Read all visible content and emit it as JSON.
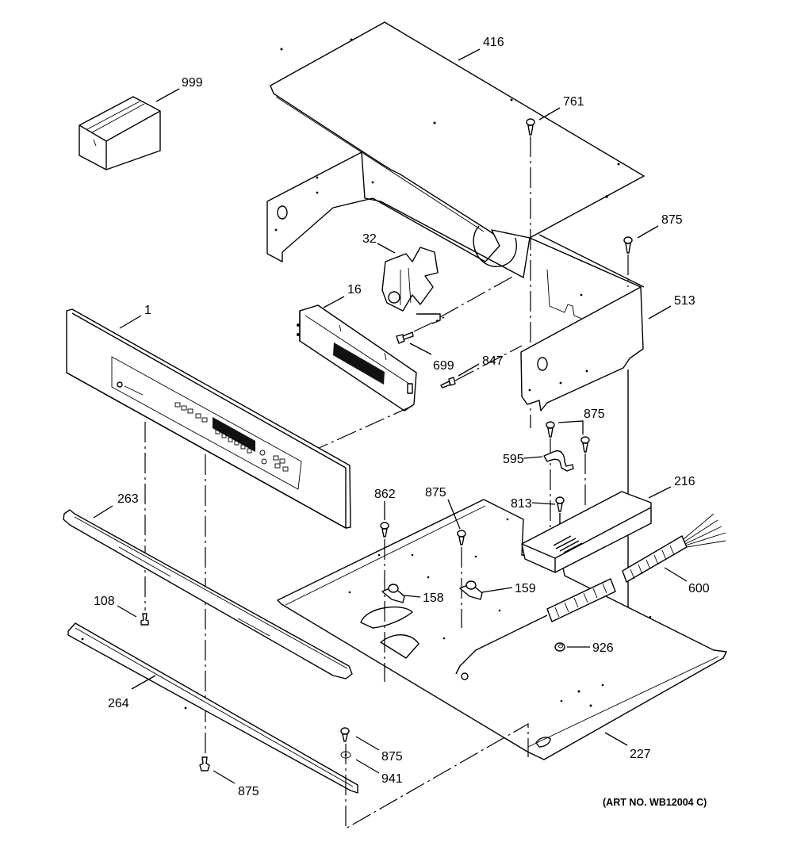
{
  "diagram": {
    "type": "exploded-parts-diagram",
    "subject": "Wall oven control panel and top assembly",
    "art_number": "(ART NO. WB12004 C)",
    "parts": [
      {
        "id": "p999",
        "ref": "999",
        "component": "literature box"
      },
      {
        "id": "p416",
        "ref": "416",
        "component": "top panel"
      },
      {
        "id": "p761",
        "ref": "761",
        "component": "screw"
      },
      {
        "id": "p875a",
        "ref": "875",
        "component": "screw"
      },
      {
        "id": "p32",
        "ref": "32",
        "component": "cooling fan motor"
      },
      {
        "id": "p513",
        "ref": "513",
        "component": "side/rear shroud"
      },
      {
        "id": "p16",
        "ref": "16",
        "component": "electronic control board"
      },
      {
        "id": "p1",
        "ref": "1",
        "component": "control panel"
      },
      {
        "id": "p699",
        "ref": "699",
        "component": "screw"
      },
      {
        "id": "p847",
        "ref": "847",
        "component": "screw"
      },
      {
        "id": "p875b",
        "ref": "875",
        "component": "screws"
      },
      {
        "id": "p595",
        "ref": "595",
        "component": "clamp"
      },
      {
        "id": "p216",
        "ref": "216",
        "component": "terminal block cover"
      },
      {
        "id": "p813",
        "ref": "813",
        "component": "screw"
      },
      {
        "id": "p263",
        "ref": "263",
        "component": "trim"
      },
      {
        "id": "p862",
        "ref": "862",
        "component": "screw"
      },
      {
        "id": "p875c",
        "ref": "875",
        "component": "screw"
      },
      {
        "id": "p158",
        "ref": "158",
        "component": "thermostat"
      },
      {
        "id": "p159",
        "ref": "159",
        "component": "thermostat"
      },
      {
        "id": "p600",
        "ref": "600",
        "component": "conduit / wiring"
      },
      {
        "id": "p108",
        "ref": "108",
        "component": "screw"
      },
      {
        "id": "p926",
        "ref": "926",
        "component": "grommet"
      },
      {
        "id": "p264",
        "ref": "264",
        "component": "trim channel"
      },
      {
        "id": "p227",
        "ref": "227",
        "component": "bottom panel"
      },
      {
        "id": "p875d",
        "ref": "875",
        "component": "screw"
      },
      {
        "id": "p941",
        "ref": "941",
        "component": "washer"
      },
      {
        "id": "p875e",
        "ref": "875",
        "component": "screw"
      }
    ]
  }
}
